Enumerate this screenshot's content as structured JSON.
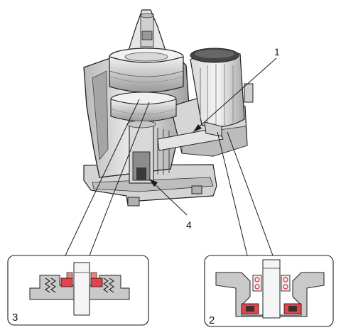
{
  "callouts": {
    "c1": "1",
    "c4": "4"
  },
  "panels": {
    "left": {
      "number": "3"
    },
    "right": {
      "number": "2"
    }
  },
  "colors": {
    "line": "#1a1a1a",
    "machine_light": "#e9e9e9",
    "machine_mid": "#c8c8c8",
    "machine_dark": "#8a8a8a",
    "seal_red": "#e8414a"
  }
}
